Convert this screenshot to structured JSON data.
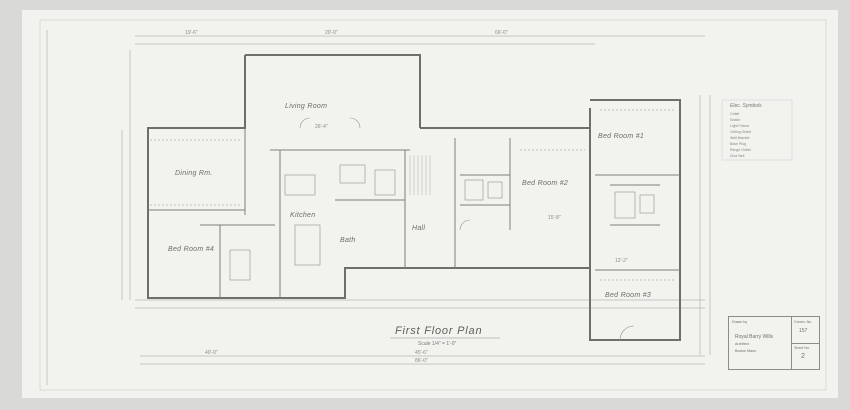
{
  "drawing": {
    "title": "First Floor Plan",
    "scale_note": "Scale 1/4\" = 1'-0\"",
    "rooms": [
      {
        "id": "living",
        "label": "Living Room"
      },
      {
        "id": "dining",
        "label": "Dining Rm."
      },
      {
        "id": "bed1",
        "label": "Bed Room #1"
      },
      {
        "id": "bed2",
        "label": "Bed Room #2"
      },
      {
        "id": "bed3",
        "label": "Bed Room #3"
      },
      {
        "id": "bed4",
        "label": "Bed Room #4"
      },
      {
        "id": "kitchen",
        "label": "Kitchen"
      },
      {
        "id": "hall",
        "label": "Hall"
      },
      {
        "id": "bath",
        "label": "Bath"
      }
    ],
    "dimensions": {
      "top_overall": "66'-0\"",
      "top_center": "20'-0\"",
      "top_left": "19'-6\"",
      "bottom_left": "40'-0\"",
      "bottom_center": "45'-6\"",
      "bottom_overall": "86'-0\"",
      "living_width": "26'-4\"",
      "bed_right": "15'-8\"",
      "bed_lower": "12'-2\""
    },
    "legend": {
      "heading": "Elec. Symbols",
      "rows": [
        "Outlet",
        "Switch",
        "Light Fixture",
        "Ceiling Outlet",
        "Wall Bracket",
        "Base Plug",
        "Range Outlet",
        "Door Bell"
      ]
    }
  },
  "title_block": {
    "owner": "Royal Barry Wills",
    "sub": "Architect",
    "address": "Boston Mass.",
    "drawn_by": "Drawn by",
    "job_label": "Comm. No.",
    "job_no": "157",
    "sheet_label": "Sheet No.",
    "sheet_no": "2"
  }
}
